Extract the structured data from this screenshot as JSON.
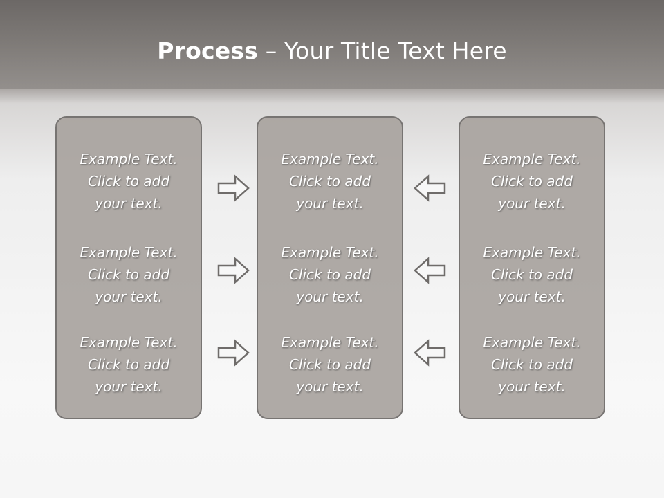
{
  "slide": {
    "title_bold": "Process",
    "title_rest": " – Your Title Text Here",
    "columns": [
      {
        "cells": [
          {
            "line1": "Example Text.",
            "line2": "Click  to add",
            "line3": "your text."
          },
          {
            "line1": "Example Text.",
            "line2": "Click  to add",
            "line3": "your text."
          },
          {
            "line1": "Example Text.",
            "line2": "Click  to add",
            "line3": "your text."
          }
        ]
      },
      {
        "cells": [
          {
            "line1": "Example Text.",
            "line2": "Click  to add",
            "line3": "your text."
          },
          {
            "line1": "Example Text.",
            "line2": "Click  to add",
            "line3": "your text."
          },
          {
            "line1": "Example Text.",
            "line2": "Click  to add",
            "line3": "your text."
          }
        ]
      },
      {
        "cells": [
          {
            "line1": "Example Text.",
            "line2": "Click  to add",
            "line3": "your text."
          },
          {
            "line1": "Example Text.",
            "line2": "Click  to add",
            "line3": "your text."
          },
          {
            "line1": "Example Text.",
            "line2": "Click  to add",
            "line3": "your text."
          }
        ]
      }
    ],
    "arrows": {
      "left": [
        "arrow-right-icon",
        "arrow-right-icon",
        "arrow-right-icon"
      ],
      "right": [
        "arrow-left-icon",
        "arrow-left-icon",
        "arrow-left-icon"
      ]
    },
    "colors": {
      "title_bar": "#7f7b78",
      "column_fill": "#a8a39e",
      "column_border": "#777472",
      "arrow_stroke": "#6f6c6a",
      "text": "#ffffff"
    }
  }
}
